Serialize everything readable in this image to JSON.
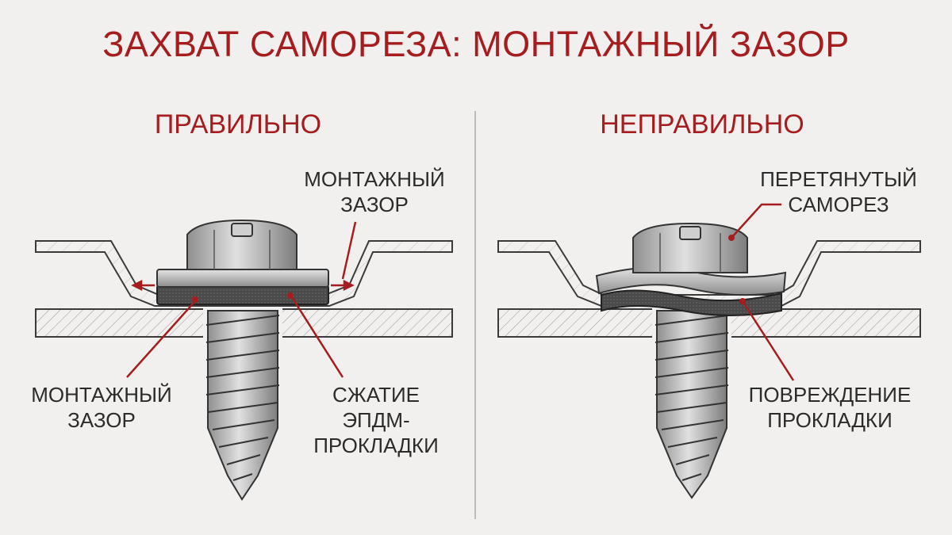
{
  "title": "ЗАХВАТ САМОРЕЗА: МОНТАЖНЫЙ ЗАЗОР",
  "left_panel": {
    "heading": "ПРАВИЛЬНО",
    "label_gap_top_line1": "МОНТАЖНЫЙ",
    "label_gap_top_line2": "ЗАЗОР",
    "label_gap_bottom_line1": "МОНТАЖНЫЙ",
    "label_gap_bottom_line2": "ЗАЗОР",
    "label_epdm_line1": "СЖАТИЕ",
    "label_epdm_line2": "ЭПДМ-",
    "label_epdm_line3": "ПРОКЛАДКИ"
  },
  "right_panel": {
    "heading": "НЕПРАВИЛЬНО",
    "label_over_line1": "ПЕРЕТЯНУТЫЙ",
    "label_over_line2": "САМОРЕЗ",
    "label_damage_line1": "ПОВРЕЖДЕНИЕ",
    "label_damage_line2": "ПРОКЛАДКИ"
  },
  "colors": {
    "accent": "#a51d1f",
    "ink": "#2b2b2b",
    "background": "#f1f0ee"
  }
}
